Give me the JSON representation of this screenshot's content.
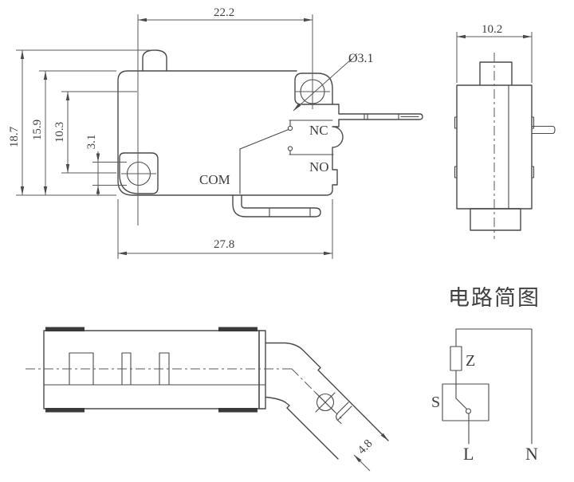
{
  "drawing": {
    "colors": {
      "line": "#4a4a4a",
      "dim_line": "#5a5a5a",
      "text": "#3f3f3f"
    },
    "front_view": {
      "dim_hole_span_h": "22.2",
      "dim_height_total": "18.7",
      "dim_height_body": "15.9",
      "dim_hole_span_v": "10.3",
      "dim_hole_small": "3.1",
      "dim_width_body": "27.8",
      "dim_hole_dia": "Ø3.1",
      "label_nc": "NC",
      "label_no": "NO",
      "label_com": "COM"
    },
    "side_view": {
      "dim_width": "10.2"
    },
    "bottom_view": {
      "dim_terminal_width": "4.8"
    },
    "circuit": {
      "title": "电路简图",
      "label_load": "Z",
      "label_switch": "S",
      "label_live": "L",
      "label_neutral": "N"
    }
  }
}
